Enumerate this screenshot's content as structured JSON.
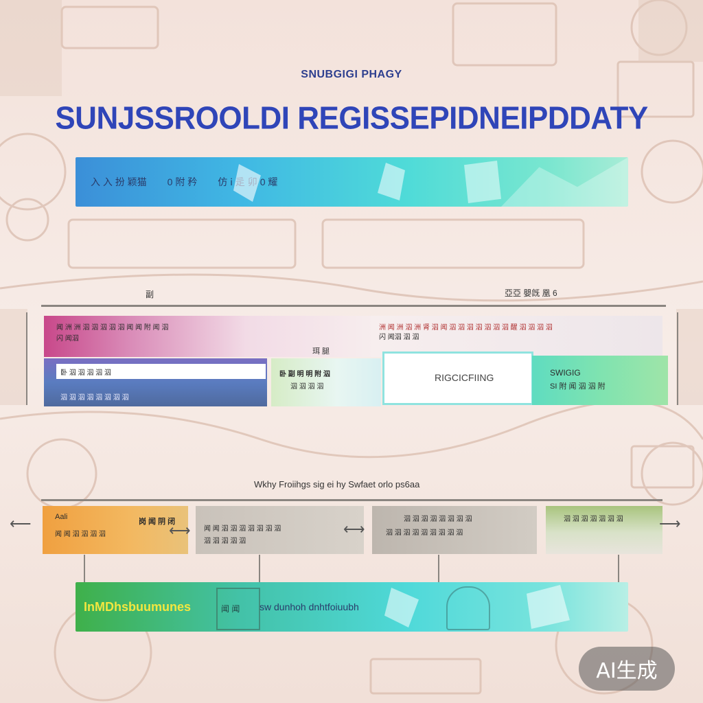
{
  "kicker": "SNUBGIGI PHAGY",
  "title": "SUNJSSROOLDI REGISSEPIDNEIPDDATY",
  "top_banner": {
    "text1": "入  入  扮  颖猫",
    "text2": "0  附  矜",
    "text3": "仿  ⅰ  辵  卯  0  耀"
  },
  "section1": {
    "label_left": "副",
    "label_right": "亞亞 嬰旣 凰 6"
  },
  "row1": {
    "left_card_text": "闻  洲 洲 泅 泅 泅 泅 泅 闻  闻  附 闻 泅",
    "left_card_sub": "闪 闻泅",
    "mid_label": "珥 腿",
    "right_card_text": "洲 闻 洲 泅 洲 肾 泅 闻 泅 泅 泅 泅 泅 泅 泅 醒 泅 泅 泅 泅",
    "right_card_sub": "闪 闻泅 泅 泅"
  },
  "row2": {
    "card1_text": "卧 泅 泅 泅 泅 泅",
    "card1_sub": "泅 泅 泅 泅 泅 泅 泅 泅",
    "card2_text": "卧 副 明 明 附 泅",
    "card2_sub": "泅 泅 泅 泅",
    "card3_text": "RIGCICFIING",
    "card4_text": "SWIGIG",
    "card4_sub": "SI 附 闻 泅 泅 附"
  },
  "section2": {
    "label": "Wkhy  Froiihgs  sig  ei  hy  Swfaet  orlo  ps6aa"
  },
  "row3": {
    "card1_title": "Aali",
    "card1_right": "岗  闻 阴 闭",
    "card1_sub": "闻 闻 泅 泅 泅 泅",
    "card2_text": "闻 闻 泅 泅 泅 泅 泅 泅 泅",
    "card2_sub": "泅 泅 泅 泅 泅",
    "card3_text": "泅 泅 泅 泅 泅 泅 泅 泅",
    "card3_sub": "泅 泅 泅 泅 泅 泅 泅 泅 泅",
    "card4_text": "泅 泅 泅 泅 泅 泅 泅"
  },
  "bottom_banner": {
    "text_yellow": "InMDhsbuumunes",
    "text_mid": "sw  dunhoh  dnhtfoiuubh",
    "text_icon": "闻 闻"
  },
  "watermark": "AI生成",
  "colors": {
    "title_blue": "#2f45b8",
    "top_banner": "#40b8e4",
    "bottom_banner": "#43c2a8",
    "row1_left": "#c8488a",
    "row3_orange": "#f0a040",
    "row3_green": "#9fb870"
  }
}
